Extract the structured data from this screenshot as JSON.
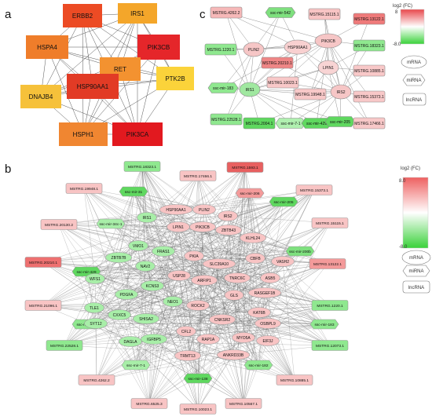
{
  "panels": {
    "a": {
      "letter": "a"
    },
    "b": {
      "letter": "b"
    },
    "c": {
      "letter": "c"
    }
  },
  "panel_a": {
    "nodes": [
      {
        "id": "ERBB2",
        "color": "#ec4b24"
      },
      {
        "id": "IRS1",
        "color": "#f4a62a"
      },
      {
        "id": "HSPA4",
        "color": "#ef7d2a"
      },
      {
        "id": "PIK3CB",
        "color": "#e5262a"
      },
      {
        "id": "RET",
        "color": "#f39230"
      },
      {
        "id": "PTK2B",
        "color": "#fbd33a"
      },
      {
        "id": "DNAJB4",
        "color": "#f6c13a"
      },
      {
        "id": "HSP90AA1",
        "color": "#e23b25"
      },
      {
        "id": "HSPH1",
        "color": "#f08631"
      },
      {
        "id": "PIK3CA",
        "color": "#e2191f"
      }
    ]
  },
  "panel_c": {
    "legend": {
      "title": "log2 (FC)",
      "max": "8",
      "min": "-8.0",
      "shapes": [
        "mRNA",
        "miRNA",
        "lncRNA"
      ]
    },
    "nodes": [
      {
        "id": "MSTRG.4262.2",
        "type": "lnc",
        "fill": "#f6b8b8"
      },
      {
        "id": "ssc-mir-542",
        "type": "mir",
        "fill": "#7ee07e"
      },
      {
        "id": "MSTRG.15115.1",
        "type": "lnc",
        "fill": "#f8c4c4"
      },
      {
        "id": "MSTRG.13122.1",
        "type": "lnc",
        "fill": "#ef7a7a"
      },
      {
        "id": "MSTRG.1220.1",
        "type": "lnc",
        "fill": "#8fe88f"
      },
      {
        "id": "PLIN2",
        "type": "m",
        "fill": "#f6c6c6"
      },
      {
        "id": "HSP90AA1",
        "type": "m",
        "fill": "#f8d0d0"
      },
      {
        "id": "PIK3CB",
        "type": "m",
        "fill": "#f6c6c6"
      },
      {
        "id": "MSTRG.18323.1",
        "type": "lnc",
        "fill": "#8fe88f"
      },
      {
        "id": "MSTRG.20210.1",
        "type": "lnc",
        "fill": "#ef8686"
      },
      {
        "id": "LPIN1",
        "type": "m",
        "fill": "#f8d4d4"
      },
      {
        "id": "MSTRG.10885.1",
        "type": "lnc",
        "fill": "#f8c8c8"
      },
      {
        "id": "ssc-mir-183",
        "type": "mir",
        "fill": "#8fe88f"
      },
      {
        "id": "IRS1",
        "type": "m",
        "fill": "#a0e8a0"
      },
      {
        "id": "MSTRG.10023.1",
        "type": "lnc",
        "fill": "#f8c8c8"
      },
      {
        "id": "MSTRG.19948.1",
        "type": "lnc",
        "fill": "#f8c8c8"
      },
      {
        "id": "IRS2",
        "type": "m",
        "fill": "#f6c6c6"
      },
      {
        "id": "MSTRG.15373.1",
        "type": "lnc",
        "fill": "#f8c8c8"
      },
      {
        "id": "MSTRG.22528.1",
        "type": "lnc",
        "fill": "#8fe88f"
      },
      {
        "id": "MSTRG.2004.1",
        "type": "lnc",
        "fill": "#5fd85f"
      },
      {
        "id": "ssc-mir-7-1",
        "type": "mir",
        "fill": "#b0f0b0"
      },
      {
        "id": "ssc-mir-429",
        "type": "mir",
        "fill": "#5fd85f"
      },
      {
        "id": "ssc-mir-205",
        "type": "mir",
        "fill": "#5fd85f"
      },
      {
        "id": "MSTRG.17466.1",
        "type": "lnc",
        "fill": "#f8c8c8"
      }
    ]
  },
  "panel_b": {
    "legend": {
      "title": "log2 (FC)",
      "max": "8.0",
      "min": "-8.0",
      "shapes": [
        "mRNA",
        "miRNA",
        "lncRNA"
      ]
    },
    "outer_nodes": [
      {
        "id": "MSTRG.1593.1",
        "type": "lnc",
        "fill": "#e86060"
      },
      {
        "id": "MSTRG.17466.1",
        "type": "lnc",
        "fill": "#f8c4c4"
      },
      {
        "id": "MSTRG.15373.1",
        "type": "lnc",
        "fill": "#f8c4c4"
      },
      {
        "id": "ssc-mir-205",
        "type": "mir",
        "fill": "#5fd85f"
      },
      {
        "id": "MSTRG.15115.1",
        "type": "lnc",
        "fill": "#f8c4c4"
      },
      {
        "id": "ssc-mir-200b",
        "type": "mir",
        "fill": "#7ee07e"
      },
      {
        "id": "MSTRG.13122.1",
        "type": "lnc",
        "fill": "#f49a9a"
      },
      {
        "id": "MSTRG.1220.1",
        "type": "lnc",
        "fill": "#8fe88f"
      },
      {
        "id": "ssc-mir-183",
        "type": "mir",
        "fill": "#8fe88f"
      },
      {
        "id": "MSTRG.12073.1",
        "type": "lnc",
        "fill": "#8fe88f"
      },
      {
        "id": "ssc-mir-182",
        "type": "mir",
        "fill": "#8fe88f"
      },
      {
        "id": "MSTRG.10885.1",
        "type": "lnc",
        "fill": "#f8c4c4"
      },
      {
        "id": "MSTRG.10567.1",
        "type": "lnc",
        "fill": "#f8c4c4"
      },
      {
        "id": "MSTRG.10023.1",
        "type": "lnc",
        "fill": "#f8c4c4"
      },
      {
        "id": "MSTRG.6525.3",
        "type": "lnc",
        "fill": "#f8c4c4"
      },
      {
        "id": "ssc-mir-138",
        "type": "mir",
        "fill": "#5fd85f"
      },
      {
        "id": "MSTRG.4262.2",
        "type": "lnc",
        "fill": "#f8c4c4"
      },
      {
        "id": "ssc-mir-7-1",
        "type": "mir",
        "fill": "#a8eea8"
      },
      {
        "id": "MSTRG.22528.1",
        "type": "lnc",
        "fill": "#8fe88f"
      },
      {
        "id": "ssc-mir-542",
        "type": "mir",
        "fill": "#8fe88f"
      },
      {
        "id": "MSTRG.21096.1",
        "type": "lnc",
        "fill": "#f8c4c4"
      },
      {
        "id": "ssc-mir-429",
        "type": "mir",
        "fill": "#5fd85f"
      },
      {
        "id": "MSTRG.20210.1",
        "type": "lnc",
        "fill": "#ee7070"
      },
      {
        "id": "MSTRG.20130.2",
        "type": "lnc",
        "fill": "#f8c4c4"
      },
      {
        "id": "ssc-mir-34c-1",
        "type": "mir",
        "fill": "#a8eea8"
      },
      {
        "id": "MSTRG.19948.1",
        "type": "lnc",
        "fill": "#f8c4c4"
      },
      {
        "id": "MSTRG.18323.1",
        "type": "lnc",
        "fill": "#8fe88f"
      },
      {
        "id": "ssc-mir-31",
        "type": "mir",
        "fill": "#5fd85f"
      },
      {
        "id": "ssc-mir-206",
        "type": "mir",
        "fill": "#f49a9a"
      }
    ],
    "inner_nodes": [
      {
        "id": "IRS1",
        "fill": "#a8eea8"
      },
      {
        "id": "HSP90AA1",
        "fill": "#f8c4c4"
      },
      {
        "id": "PLIN2",
        "fill": "#f8c4c4"
      },
      {
        "id": "IRS2",
        "fill": "#f8c4c4"
      },
      {
        "id": "PIK3CB",
        "fill": "#f8c4c4"
      },
      {
        "id": "LPIN1",
        "fill": "#f8c4c4"
      },
      {
        "id": "ZBTB43",
        "fill": "#f8c4c4"
      },
      {
        "id": "KLHL24",
        "fill": "#f8c4c4"
      },
      {
        "id": "VMO1",
        "fill": "#a8eea8"
      },
      {
        "id": "FRAS1",
        "fill": "#a8eea8"
      },
      {
        "id": "ZBTB7B",
        "fill": "#a8eea8"
      },
      {
        "id": "NAV2",
        "fill": "#a8eea8"
      },
      {
        "id": "PKIA",
        "fill": "#f8c4c4"
      },
      {
        "id": "CBFB",
        "fill": "#f8c4c4"
      },
      {
        "id": "VASH2",
        "fill": "#f8c4c4"
      },
      {
        "id": "WFS1",
        "fill": "#a8eea8"
      },
      {
        "id": "SLC39A10",
        "fill": "#f8c4c4"
      },
      {
        "id": "USP28",
        "fill": "#f8c4c4"
      },
      {
        "id": "KCNS3",
        "fill": "#a8eea8"
      },
      {
        "id": "ARFIP1",
        "fill": "#f8c4c4"
      },
      {
        "id": "TNRC6C",
        "fill": "#f8c4c4"
      },
      {
        "id": "ASB5",
        "fill": "#f8c4c4"
      },
      {
        "id": "PDGFA",
        "fill": "#a8eea8"
      },
      {
        "id": "RASGEF1B",
        "fill": "#f8c4c4"
      },
      {
        "id": "TLE1",
        "fill": "#a8eea8"
      },
      {
        "id": "NEO1",
        "fill": "#a8eea8"
      },
      {
        "id": "ROCK2",
        "fill": "#f8c4c4"
      },
      {
        "id": "GLS",
        "fill": "#f8c4c4"
      },
      {
        "id": "CXXC5",
        "fill": "#a8eea8"
      },
      {
        "id": "SYT12",
        "fill": "#a8eea8"
      },
      {
        "id": "SHISA2",
        "fill": "#a8eea8"
      },
      {
        "id": "CNKSR2",
        "fill": "#f8c4c4"
      },
      {
        "id": "KAT6B",
        "fill": "#f8c4c4"
      },
      {
        "id": "OSBPL9",
        "fill": "#f8c4c4"
      },
      {
        "id": "CFL2",
        "fill": "#f8c4c4"
      },
      {
        "id": "MYO5A",
        "fill": "#f8c4c4"
      },
      {
        "id": "DAGLA",
        "fill": "#a8eea8"
      },
      {
        "id": "IGFBP5",
        "fill": "#a8eea8"
      },
      {
        "id": "RAP1A",
        "fill": "#f8c4c4"
      },
      {
        "id": "EIF3J",
        "fill": "#f8c4c4"
      },
      {
        "id": "TRMT13",
        "fill": "#f8c4c4"
      },
      {
        "id": "ANKRD33B",
        "fill": "#f8c4c4"
      }
    ]
  }
}
